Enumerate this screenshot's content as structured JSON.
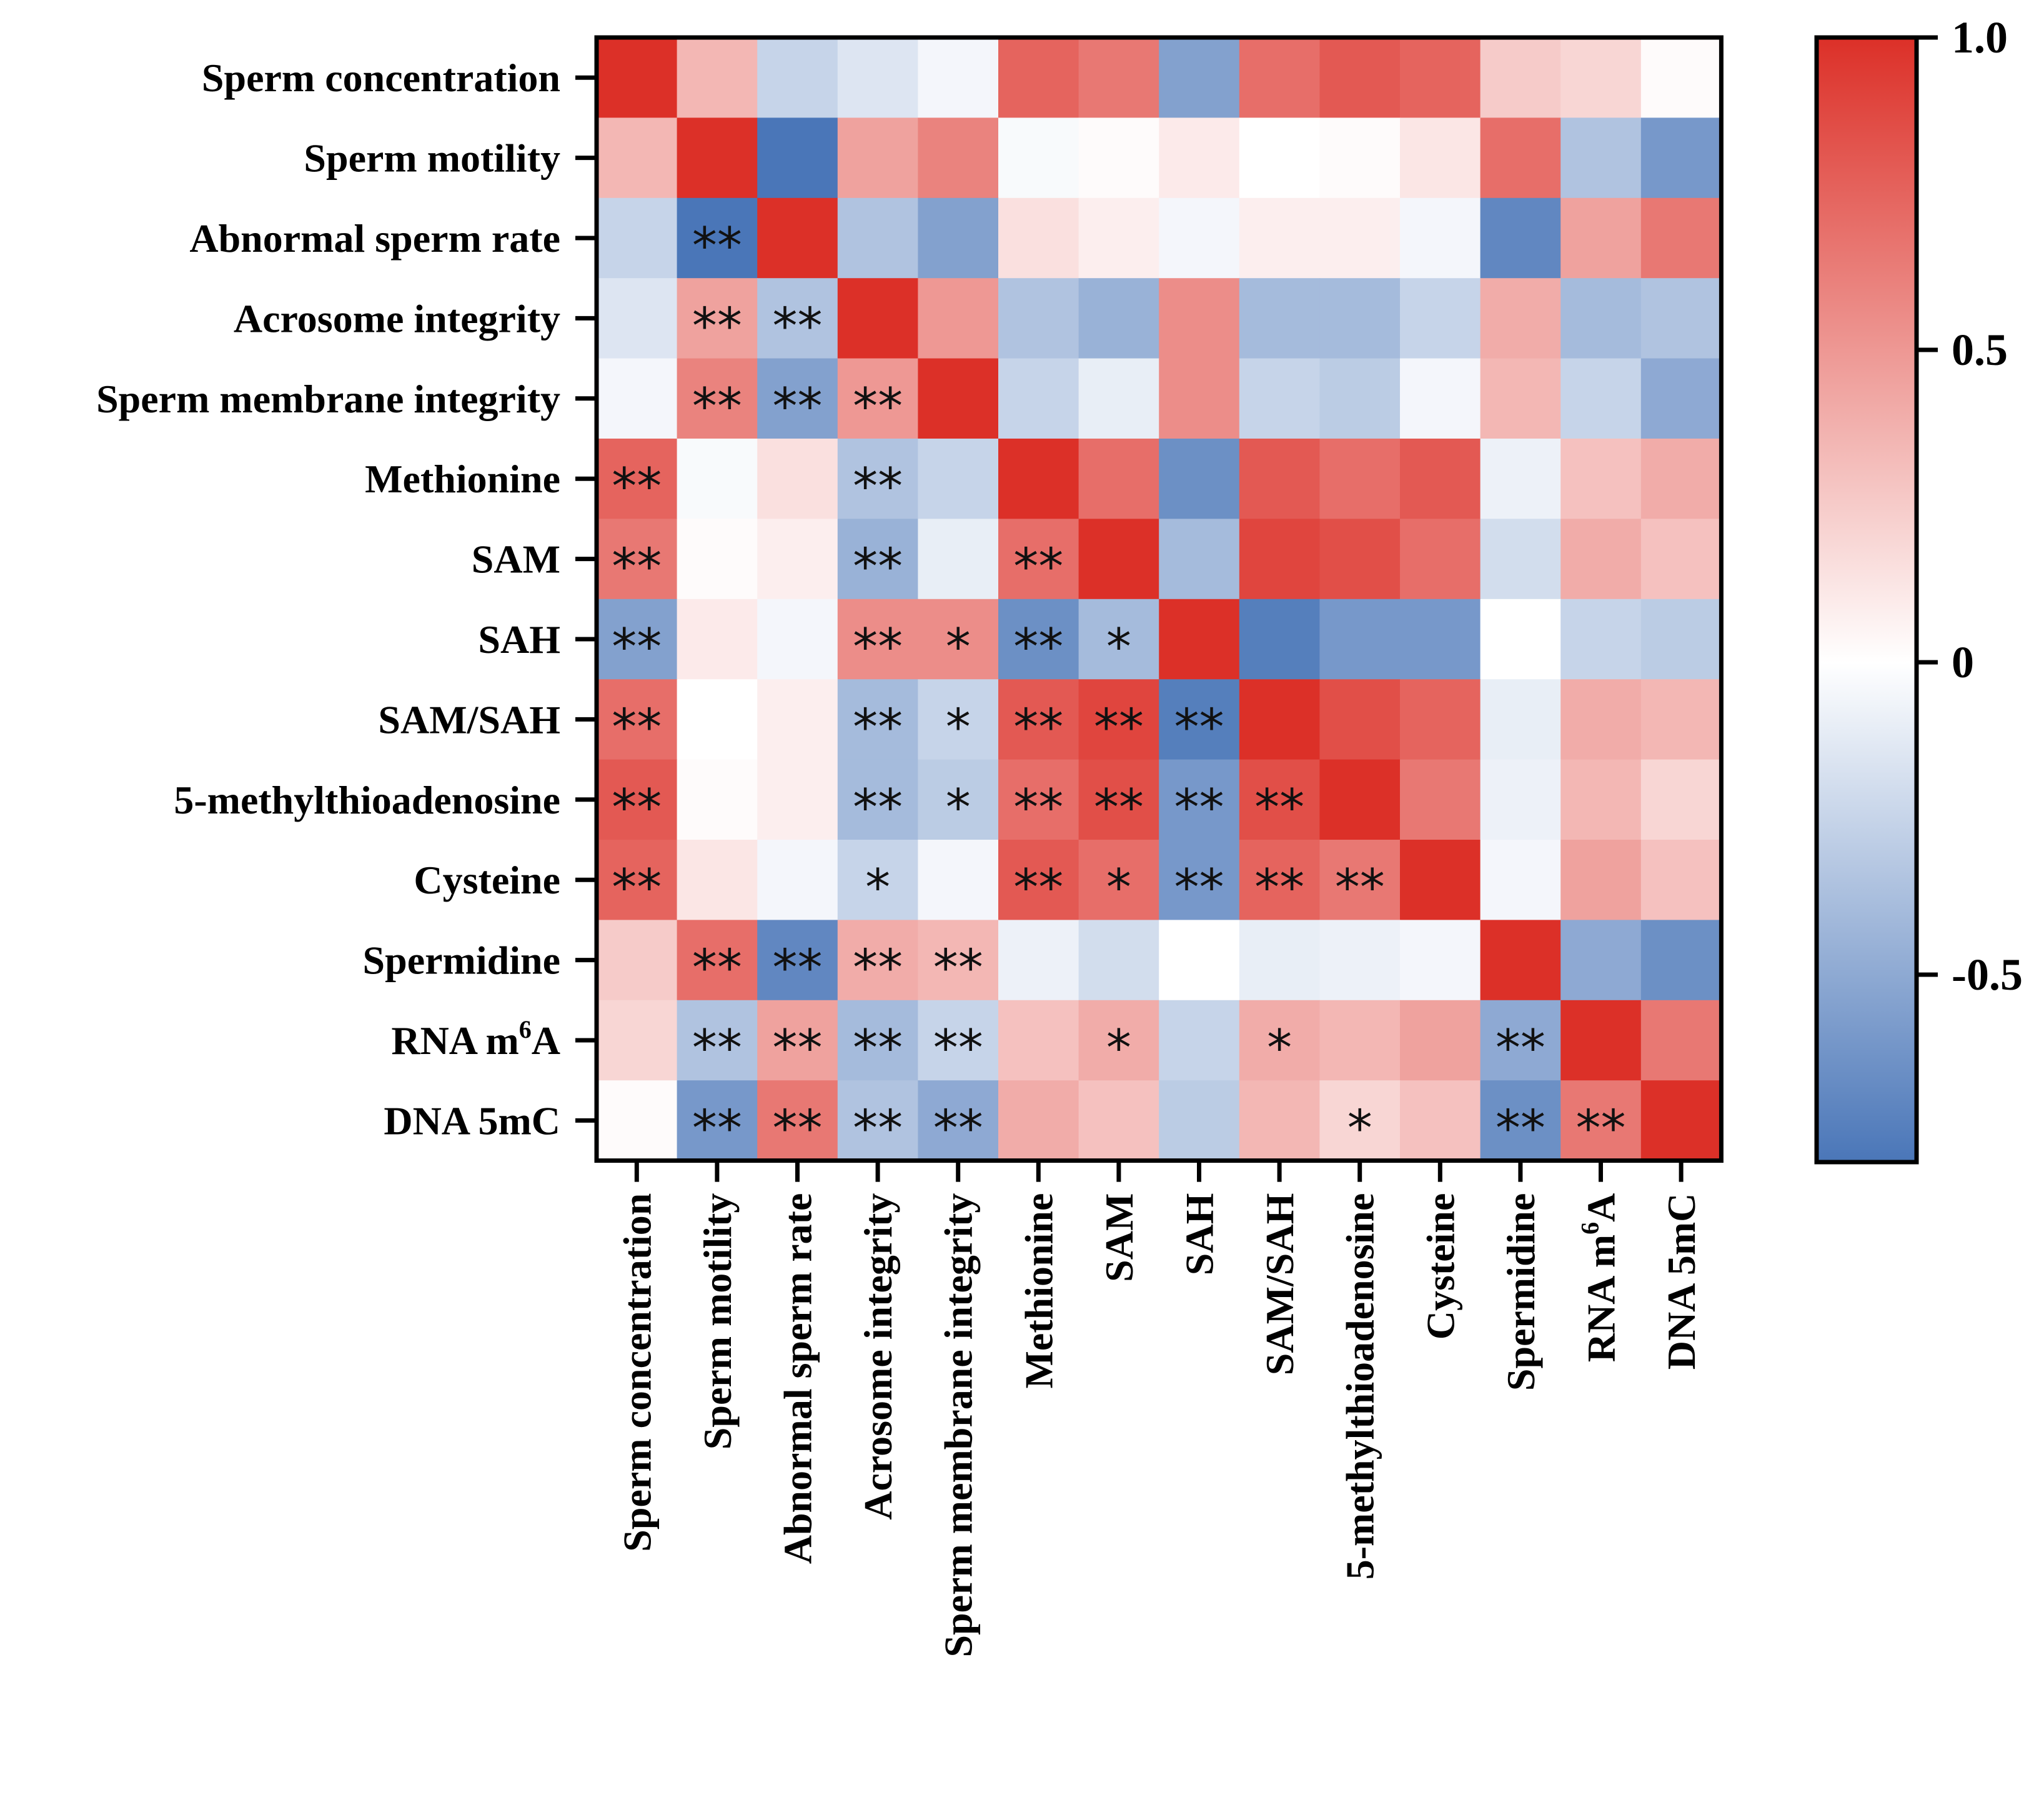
{
  "chart_data": {
    "type": "heatmap",
    "title": "",
    "rows": [
      {
        "text": "Sperm concentration",
        "sup": ""
      },
      {
        "text": "Sperm motility",
        "sup": ""
      },
      {
        "text": "Abnormal sperm rate",
        "sup": ""
      },
      {
        "text": "Acrosome integrity",
        "sup": ""
      },
      {
        "text": "Sperm membrane integrity",
        "sup": ""
      },
      {
        "text": "Methionine",
        "sup": ""
      },
      {
        "text": "SAM",
        "sup": ""
      },
      {
        "text": "SAH",
        "sup": ""
      },
      {
        "text": "SAM/SAH",
        "sup": ""
      },
      {
        "text": "5-methylthioadenosine",
        "sup": ""
      },
      {
        "text": "Cysteine",
        "sup": ""
      },
      {
        "text": "Spermidine",
        "sup": ""
      },
      {
        "text": "RNA m",
        "sup": "6",
        "suffix": "A"
      },
      {
        "text": "DNA 5mC",
        "sup": ""
      }
    ],
    "columns": [
      {
        "text": "Sperm concentration",
        "sup": ""
      },
      {
        "text": "Sperm motility",
        "sup": ""
      },
      {
        "text": "Abnormal sperm rate",
        "sup": ""
      },
      {
        "text": "Acrosome integrity",
        "sup": ""
      },
      {
        "text": "Sperm membrane integrity",
        "sup": ""
      },
      {
        "text": "Methionine",
        "sup": ""
      },
      {
        "text": "SAM",
        "sup": ""
      },
      {
        "text": "SAH",
        "sup": ""
      },
      {
        "text": "SAM/SAH",
        "sup": ""
      },
      {
        "text": "5-methylthioadenosine",
        "sup": ""
      },
      {
        "text": "Cysteine",
        "sup": ""
      },
      {
        "text": "Spermidine",
        "sup": ""
      },
      {
        "text": "RNA m",
        "sup": "6",
        "suffix": "A"
      },
      {
        "text": "DNA 5mC",
        "sup": ""
      }
    ],
    "values": [
      [
        1.0,
        0.35,
        -0.25,
        -0.15,
        -0.05,
        0.75,
        0.65,
        -0.55,
        0.7,
        0.8,
        0.75,
        0.25,
        0.2,
        0.02
      ],
      [
        0.35,
        1.0,
        -0.8,
        0.45,
        0.6,
        -0.03,
        0.02,
        0.1,
        0.0,
        0.02,
        0.12,
        0.7,
        -0.35,
        -0.6
      ],
      [
        -0.25,
        -0.8,
        1.0,
        -0.35,
        -0.55,
        0.15,
        0.08,
        -0.05,
        0.08,
        0.08,
        -0.05,
        -0.7,
        0.45,
        0.65
      ],
      [
        -0.15,
        0.45,
        -0.35,
        1.0,
        0.5,
        -0.35,
        -0.45,
        0.55,
        -0.4,
        -0.4,
        -0.25,
        0.4,
        -0.4,
        -0.35
      ],
      [
        -0.05,
        0.6,
        -0.55,
        0.5,
        1.0,
        -0.25,
        -0.1,
        0.55,
        -0.25,
        -0.3,
        -0.05,
        0.35,
        -0.25,
        -0.5
      ],
      [
        0.75,
        -0.03,
        0.15,
        -0.35,
        -0.25,
        1.0,
        0.7,
        -0.65,
        0.8,
        0.7,
        0.8,
        -0.08,
        0.3,
        0.4
      ],
      [
        0.65,
        0.02,
        0.08,
        -0.45,
        -0.1,
        0.7,
        1.0,
        -0.4,
        0.9,
        0.85,
        0.7,
        -0.2,
        0.4,
        0.3
      ],
      [
        -0.55,
        0.1,
        -0.05,
        0.55,
        0.55,
        -0.65,
        -0.4,
        1.0,
        -0.75,
        -0.6,
        -0.6,
        0.0,
        -0.25,
        -0.3
      ],
      [
        0.7,
        0.0,
        0.08,
        -0.4,
        -0.25,
        0.8,
        0.9,
        -0.75,
        1.0,
        0.85,
        0.75,
        -0.1,
        0.4,
        0.35
      ],
      [
        0.8,
        0.02,
        0.08,
        -0.4,
        -0.3,
        0.7,
        0.85,
        -0.6,
        0.85,
        1.0,
        0.65,
        -0.08,
        0.35,
        0.2
      ],
      [
        0.75,
        0.12,
        -0.05,
        -0.25,
        -0.05,
        0.8,
        0.7,
        -0.6,
        0.75,
        0.65,
        1.0,
        -0.05,
        0.45,
        0.3
      ],
      [
        0.25,
        0.7,
        -0.7,
        0.4,
        0.35,
        -0.08,
        -0.2,
        0.0,
        -0.1,
        -0.08,
        -0.05,
        1.0,
        -0.5,
        -0.65
      ],
      [
        0.2,
        -0.35,
        0.45,
        -0.4,
        -0.25,
        0.3,
        0.4,
        -0.25,
        0.4,
        0.35,
        0.45,
        -0.5,
        1.0,
        0.65
      ],
      [
        0.02,
        -0.6,
        0.65,
        -0.35,
        -0.5,
        0.4,
        0.3,
        -0.3,
        0.35,
        0.2,
        0.3,
        -0.65,
        0.65,
        1.0
      ]
    ],
    "significance": [
      [
        "",
        "",
        "",
        "",
        "",
        "",
        "",
        "",
        "",
        "",
        "",
        "",
        "",
        ""
      ],
      [
        "",
        "",
        "",
        "",
        "",
        "",
        "",
        "",
        "",
        "",
        "",
        "",
        "",
        ""
      ],
      [
        "",
        "**",
        "",
        "",
        "",
        "",
        "",
        "",
        "",
        "",
        "",
        "",
        "",
        ""
      ],
      [
        "",
        "**",
        "**",
        "",
        "",
        "",
        "",
        "",
        "",
        "",
        "",
        "",
        "",
        ""
      ],
      [
        "",
        "**",
        "**",
        "**",
        "",
        "",
        "",
        "",
        "",
        "",
        "",
        "",
        "",
        ""
      ],
      [
        "**",
        "",
        "",
        "**",
        "",
        "",
        "",
        "",
        "",
        "",
        "",
        "",
        "",
        ""
      ],
      [
        "**",
        "",
        "",
        "**",
        "",
        "**",
        "",
        "",
        "",
        "",
        "",
        "",
        "",
        ""
      ],
      [
        "**",
        "",
        "",
        "**",
        "*",
        "**",
        "*",
        "",
        "",
        "",
        "",
        "",
        "",
        ""
      ],
      [
        "**",
        "",
        "",
        "**",
        "*",
        "**",
        "**",
        "**",
        "",
        "",
        "",
        "",
        "",
        ""
      ],
      [
        "**",
        "",
        "",
        "**",
        "*",
        "**",
        "**",
        "**",
        "**",
        "",
        "",
        "",
        "",
        ""
      ],
      [
        "**",
        "",
        "",
        "*",
        "",
        "**",
        "*",
        "**",
        "**",
        "**",
        "",
        "",
        "",
        ""
      ],
      [
        "",
        "**",
        "**",
        "**",
        "**",
        "",
        "",
        "",
        "",
        "",
        "",
        "",
        "",
        ""
      ],
      [
        "",
        "**",
        "**",
        "**",
        "**",
        "",
        "*",
        "",
        "*",
        "",
        "",
        "**",
        "",
        ""
      ],
      [
        "",
        "**",
        "**",
        "**",
        "**",
        "",
        "",
        "",
        "",
        "*",
        "",
        "**",
        "**",
        ""
      ]
    ],
    "colorbar": {
      "min": -0.8,
      "max": 1.0,
      "ticks": [
        1.0,
        0.5,
        0,
        -0.5
      ],
      "tick_labels": [
        "1.0",
        "0.5",
        "0",
        "-0.5"
      ],
      "colors": {
        "negative": "#4a76b8",
        "zero": "#ffffff",
        "positive": "#dc3028"
      }
    }
  }
}
